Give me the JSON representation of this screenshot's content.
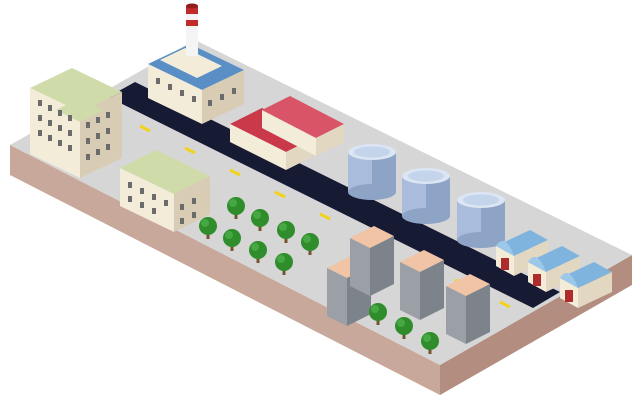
{
  "scene": {
    "palette": {
      "background": "#ffffff",
      "ground_top": "#d6d6d6",
      "ground_left": "#c8a89a",
      "ground_right": "#b28d80",
      "road": "#161a33",
      "road_marking": "#f2d21b",
      "building_light": "#f3ecd9",
      "building_light_side": "#d9ccb4",
      "roof_green": "#cfdcaa",
      "roof_blue": "#5a8fc6",
      "gray_tower": "#9aa0a6",
      "gray_tower_side": "#7d838a",
      "roof_peach": "#f0c4a4",
      "warehouse_red": "#c9394a",
      "warehouse_wall": "#f3ecd9",
      "tank": "#c4d4ea",
      "tank_side": "#8ea4c6",
      "hangar_roof": "#7fb4df",
      "hangar_door": "#b02c2c",
      "tree_green": "#2f8d2b",
      "tree_trunk": "#7a5230",
      "chimney_red": "#c22a2a",
      "chimney_white": "#f4f4f4"
    },
    "objects": [
      "office-building",
      "factory-with-chimney",
      "road",
      "red-roof-warehouse",
      "storage-tank",
      "small-office",
      "gray-apartment-tower",
      "hangar",
      "tree"
    ]
  }
}
